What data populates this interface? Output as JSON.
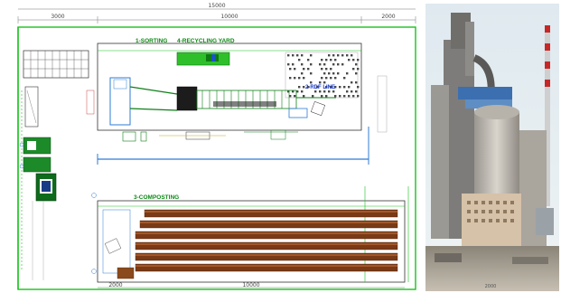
{
  "plan": {
    "overall_width": "15000",
    "top_left_dim": "3000",
    "top_mid_dim": "10000",
    "top_right_dim": "2000",
    "zone1_label": "1-SORTING",
    "zone4_label": "4-RECYCLING YARD",
    "zone2_label": "2-RDF LINE",
    "zone3_label": "3-COMPOSTING",
    "bottom_mid_dim": "10000",
    "bottom_left_dim": "2000"
  },
  "photo": {
    "scale_text": "2000"
  },
  "colors": {
    "boundary": "#19c21d",
    "machinery": "#0f7f18",
    "water_blue": "#2d7bd6",
    "compost_brown": "#7a3a16"
  }
}
